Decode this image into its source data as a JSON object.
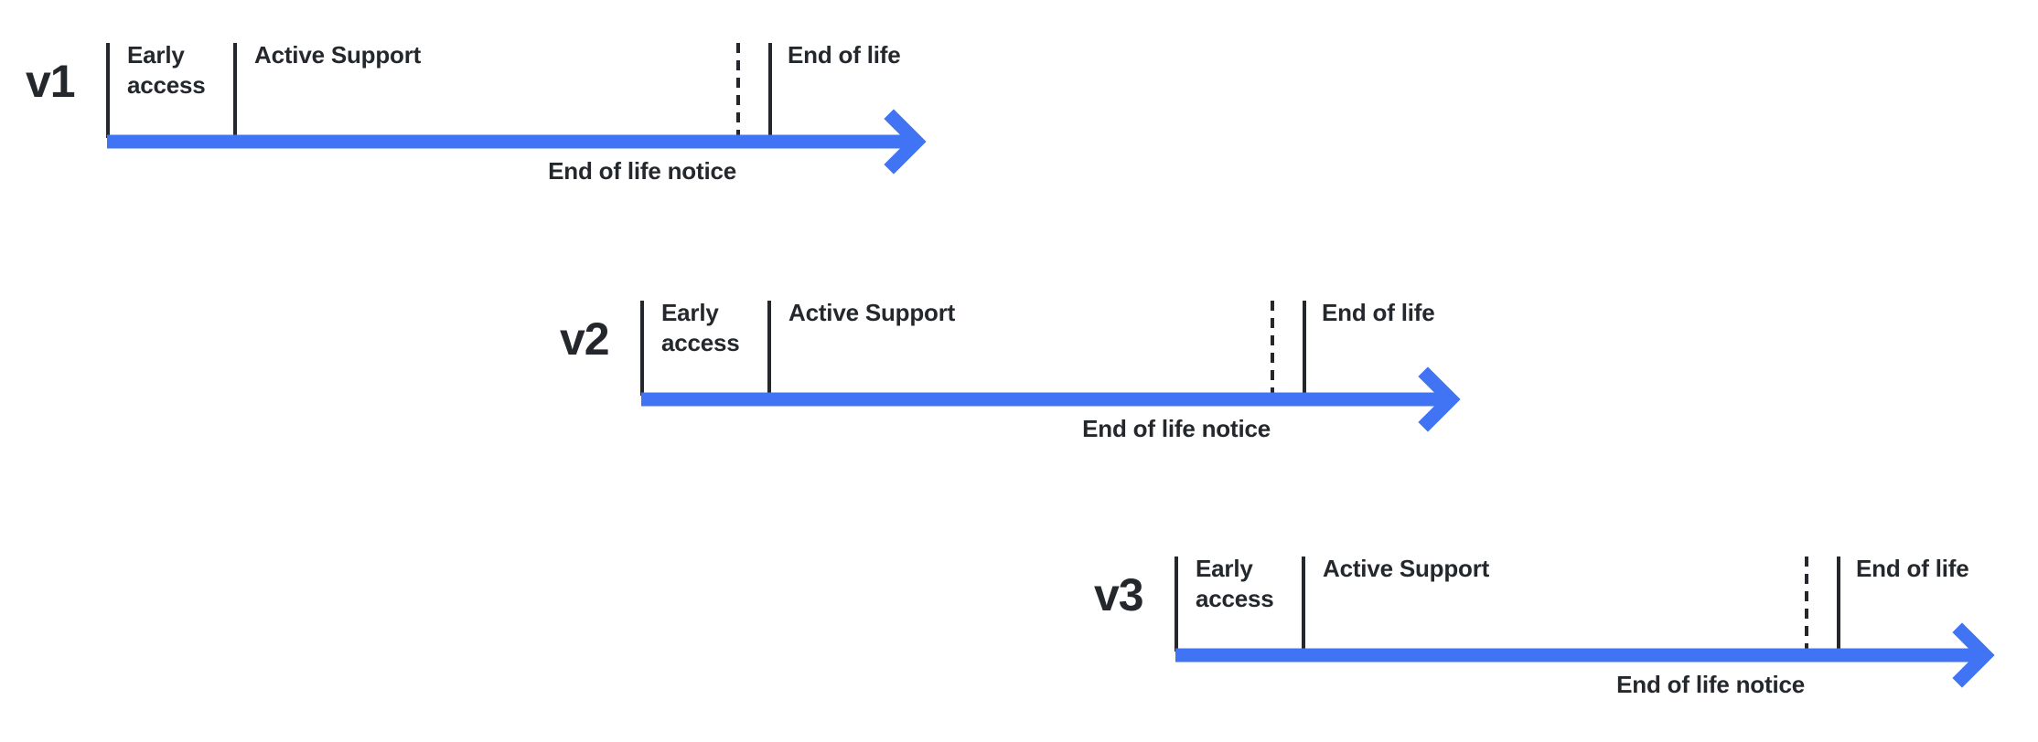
{
  "colors": {
    "accent": "#4173F5",
    "ink": "#24282C",
    "background": "#FFFFFF"
  },
  "timelines": [
    {
      "version": "v1",
      "early_access": "Early access",
      "active_support": "Active Support",
      "end_of_life": "End of life",
      "notice": "End of life notice"
    },
    {
      "version": "v2",
      "early_access": "Early access",
      "active_support": "Active Support",
      "end_of_life": "End of life",
      "notice": "End of life notice"
    },
    {
      "version": "v3",
      "early_access": "Early access",
      "active_support": "Active Support",
      "end_of_life": "End of life",
      "notice": "End of life notice"
    }
  ]
}
